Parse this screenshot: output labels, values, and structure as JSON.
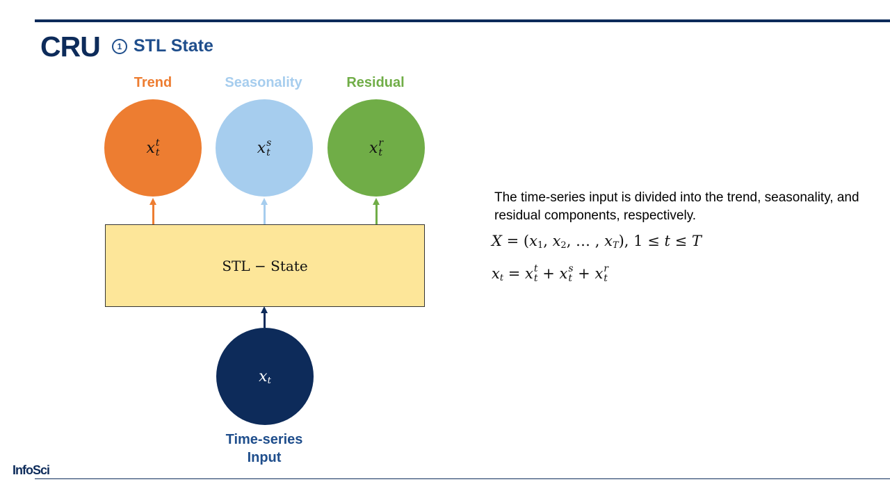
{
  "header": {
    "title": "CRU",
    "step_number": "1",
    "subtitle": "STL State"
  },
  "components": [
    {
      "label": "Trend",
      "symbol_base": "x",
      "symbol_sup": "t",
      "symbol_sub": "t",
      "color": "#ed7d31",
      "label_color": "#ed7d31"
    },
    {
      "label": "Seasonality",
      "symbol_base": "x",
      "symbol_sup": "s",
      "symbol_sub": "t",
      "color": "#a6cdee",
      "label_color": "#a6cdee"
    },
    {
      "label": "Residual",
      "symbol_base": "x",
      "symbol_sup": "r",
      "symbol_sub": "t",
      "color": "#70ad47",
      "label_color": "#70ad47"
    }
  ],
  "state_box": {
    "label": "STL − State",
    "color": "#fde699"
  },
  "input": {
    "symbol_base": "x",
    "symbol_sub": "t",
    "label_line1": "Time-series",
    "label_line2": "Input",
    "color": "#0d2b5a"
  },
  "description": "The time-series input is divided into the trend, seasonality, and residual components, respectively.",
  "equations": {
    "eq1": "X = (x₁, x₂, … , x_T), 1 ≤ t ≤ T",
    "eq2": "x_t = x_t^t + x_t^s + x_t^r"
  },
  "footer": {
    "logo": "InfoSci"
  }
}
